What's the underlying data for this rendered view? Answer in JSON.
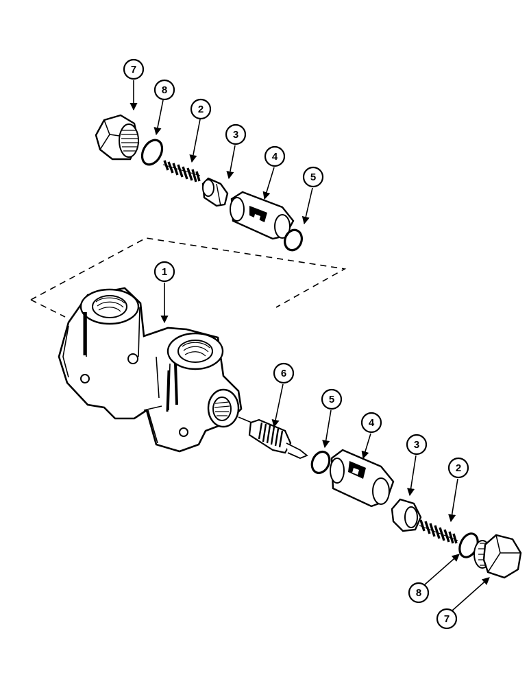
{
  "callouts": {
    "top_7": "7",
    "top_8": "8",
    "top_2": "2",
    "top_3": "3",
    "top_4": "4",
    "top_5": "5",
    "body_1": "1",
    "bottom_6": "6",
    "bottom_5": "5",
    "bottom_4": "4",
    "bottom_3": "3",
    "bottom_2": "2",
    "bottom_8": "8",
    "bottom_7": "7"
  },
  "colors": {
    "ink": "#000000",
    "paper": "#ffffff"
  }
}
